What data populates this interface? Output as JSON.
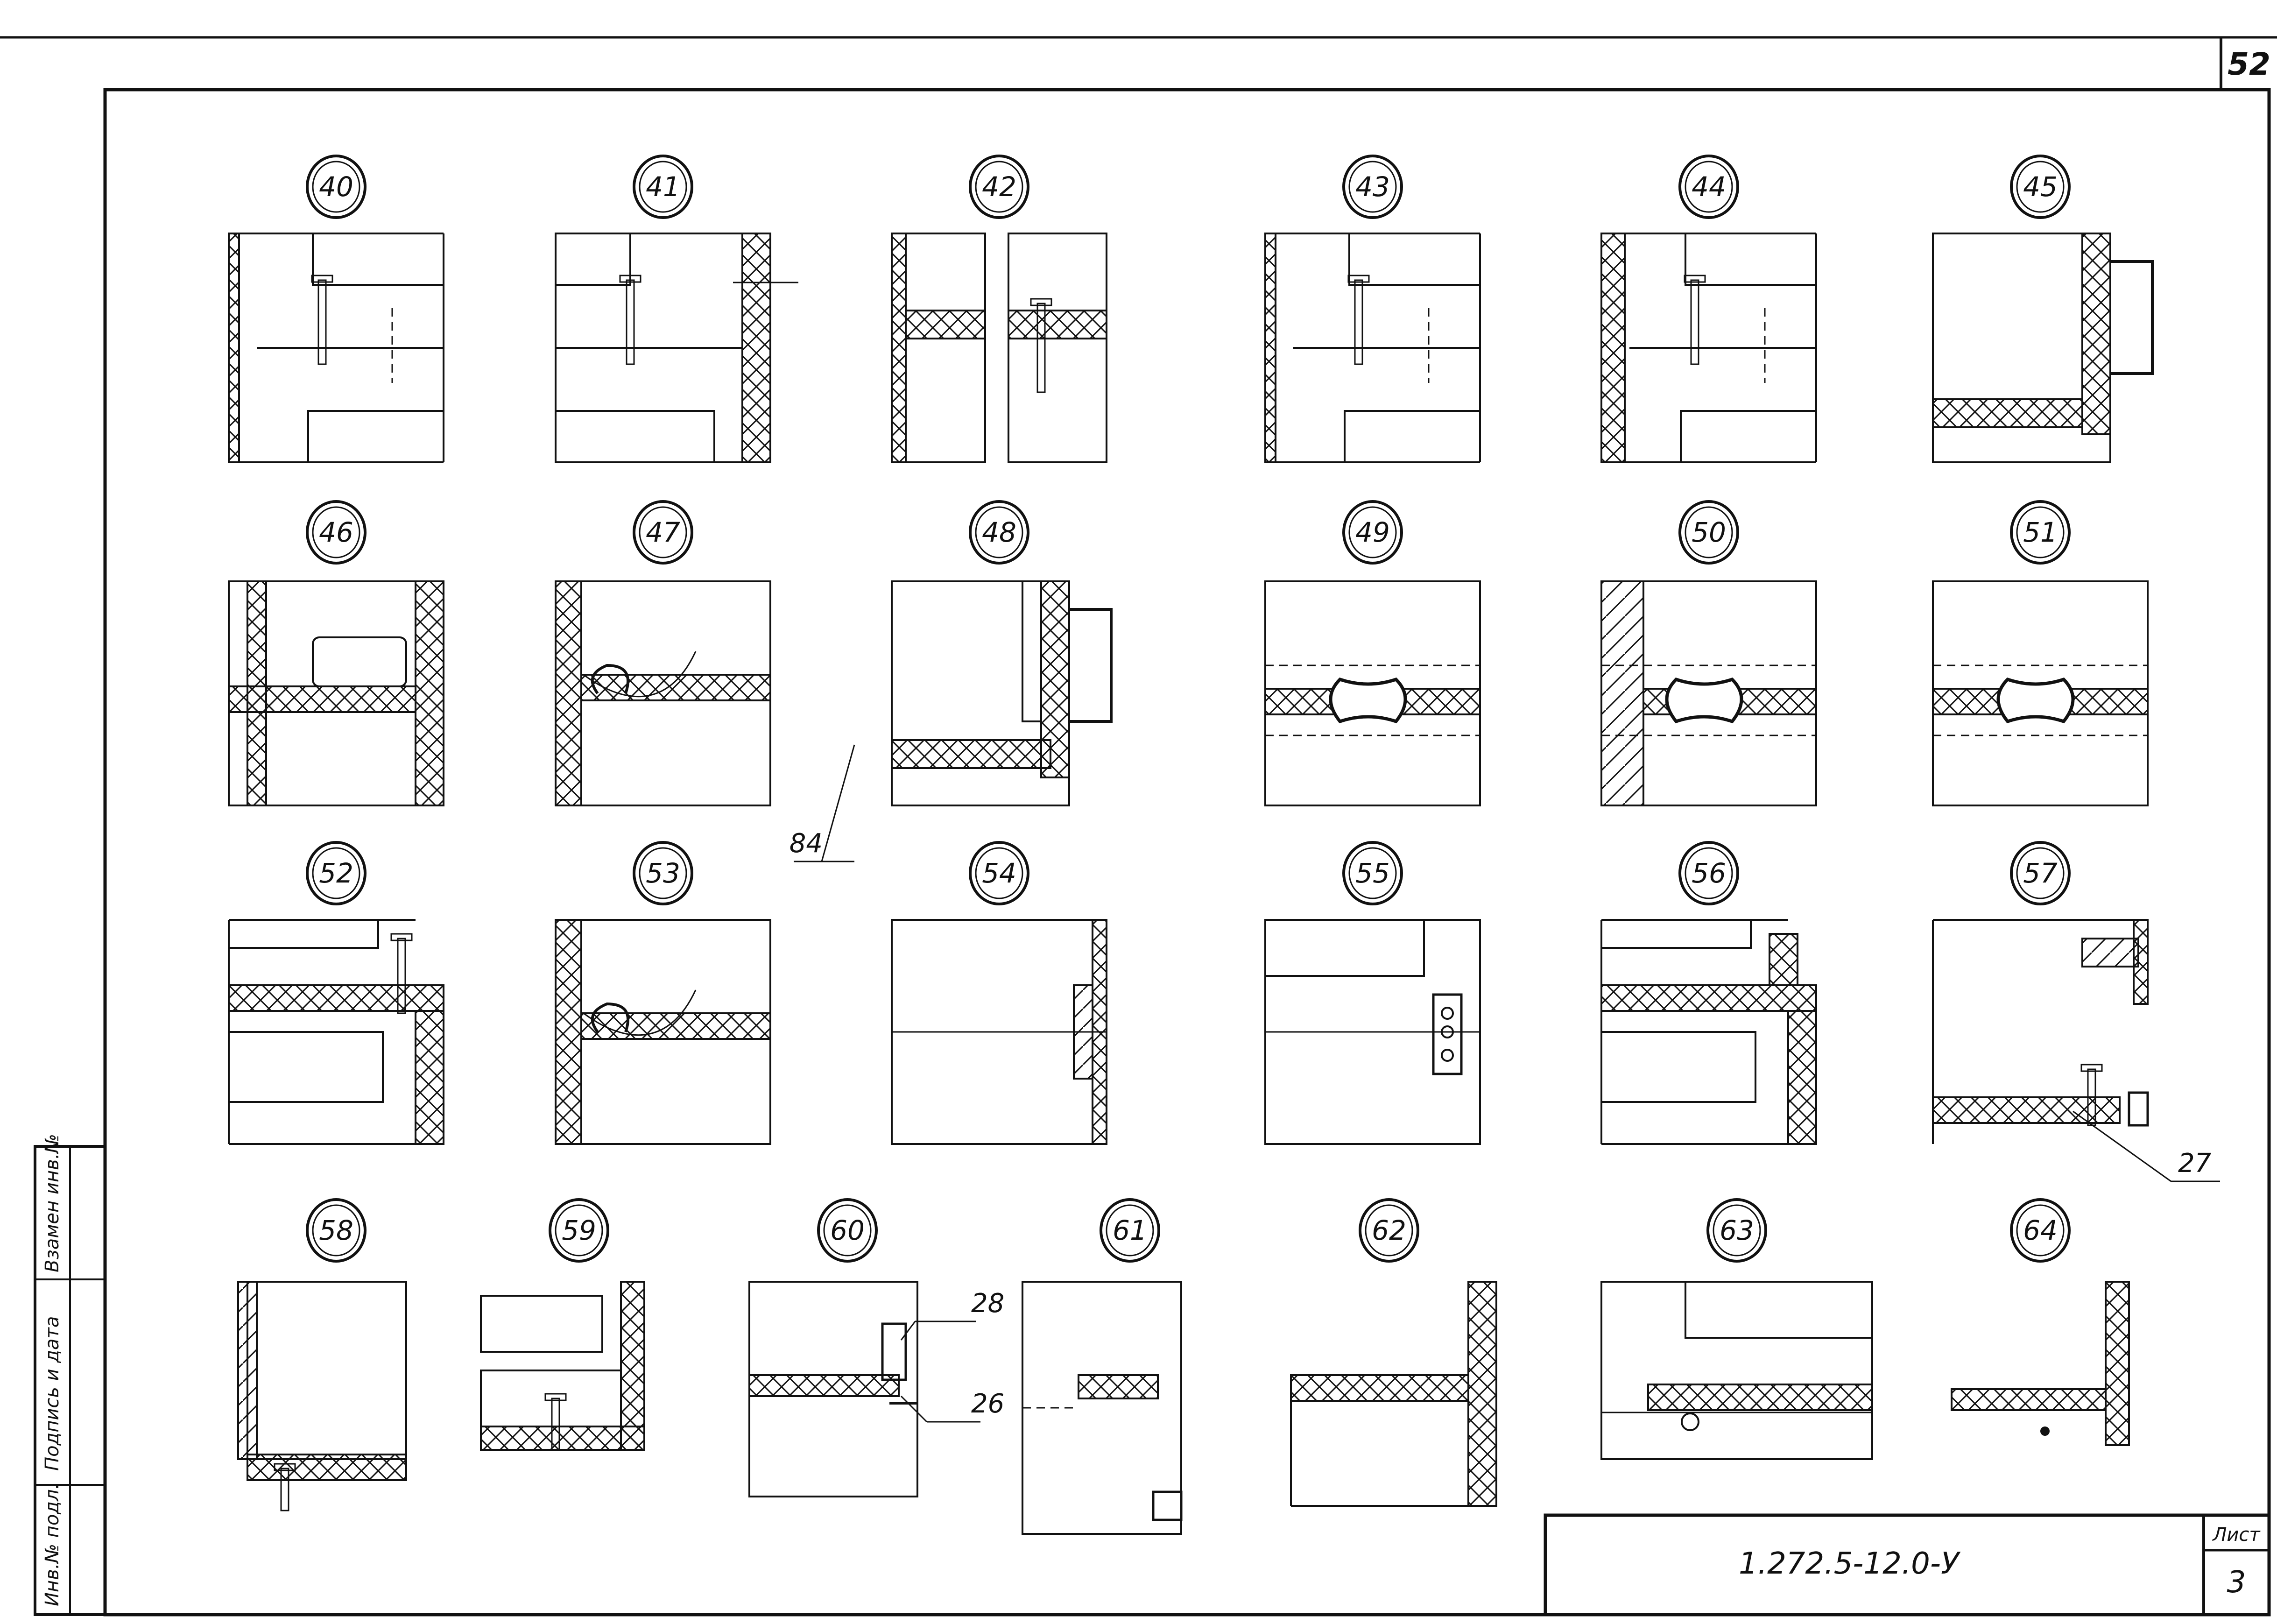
{
  "sheet_number": "52",
  "stamp": {
    "labels": [
      "Инв.№ подл.",
      "Подпись и дата",
      "Взамен инв.№"
    ]
  },
  "title_block": {
    "designation": "1.272.5-12.0-У",
    "sheet_label": "Лист",
    "sheet_value": "3"
  },
  "nodes": [
    {
      "id": "40",
      "label": "40",
      "kind": "bolt-left"
    },
    {
      "id": "41",
      "label": "41",
      "kind": "bolt-right"
    },
    {
      "id": "42",
      "label": "42",
      "kind": "double"
    },
    {
      "id": "43",
      "label": "43",
      "kind": "bolt-left"
    },
    {
      "id": "44",
      "label": "44",
      "kind": "bolt-left2"
    },
    {
      "id": "45",
      "label": "45",
      "kind": "handle"
    },
    {
      "id": "46",
      "label": "46",
      "kind": "cross"
    },
    {
      "id": "47",
      "label": "47",
      "kind": "hook-left"
    },
    {
      "id": "48",
      "label": "48",
      "kind": "handle-corner"
    },
    {
      "id": "49",
      "label": "49",
      "kind": "bone"
    },
    {
      "id": "50",
      "label": "50",
      "kind": "bone-wall"
    },
    {
      "id": "51",
      "label": "51",
      "kind": "bone-wood"
    },
    {
      "id": "52",
      "label": "52",
      "kind": "tee-right"
    },
    {
      "id": "53",
      "label": "53",
      "kind": "bone-left"
    },
    {
      "id": "54",
      "label": "54",
      "kind": "plate-right"
    },
    {
      "id": "55",
      "label": "55",
      "kind": "plate-holes"
    },
    {
      "id": "56",
      "label": "56",
      "kind": "tee-corner"
    },
    {
      "id": "57",
      "label": "57",
      "kind": "corner-clip"
    },
    {
      "id": "58",
      "label": "58",
      "kind": "bottom-left"
    },
    {
      "id": "59",
      "label": "59",
      "kind": "bottom-right"
    },
    {
      "id": "60",
      "label": "60",
      "kind": "hinge"
    },
    {
      "id": "61",
      "label": "61",
      "kind": "post"
    },
    {
      "id": "62",
      "label": "62",
      "kind": "angle"
    },
    {
      "id": "63",
      "label": "63",
      "kind": "double-strip"
    },
    {
      "id": "64",
      "label": "64",
      "kind": "l-shape"
    }
  ],
  "callouts": [
    "84",
    "27",
    "28",
    "26"
  ]
}
